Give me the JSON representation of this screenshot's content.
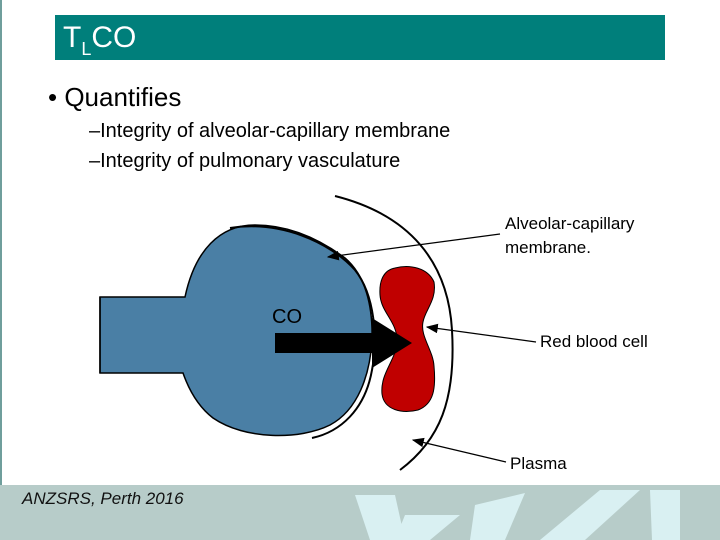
{
  "slide": {
    "title_main": "T",
    "title_sub": "L",
    "title_rest": "CO",
    "bullet": "• Quantifies",
    "subitems": [
      "–Integrity of alveolar-capillary membrane",
      "–Integrity of pulmonary vasculature"
    ]
  },
  "diagram": {
    "labels": {
      "membrane_line1": "Alveolar-capillary",
      "membrane_line2": "membrane.",
      "co": "CO",
      "red_blood_cell": "Red blood cell",
      "plasma": "Plasma"
    },
    "colors": {
      "alveolus": "#4a7fa5",
      "red_blood_cell": "#c00000",
      "arrow": "#000000"
    }
  },
  "footer": {
    "text": "ANZSRS, Perth 2016"
  },
  "colors": {
    "title_bar": "#007f7b",
    "footer_band": "#b7ccc9"
  }
}
